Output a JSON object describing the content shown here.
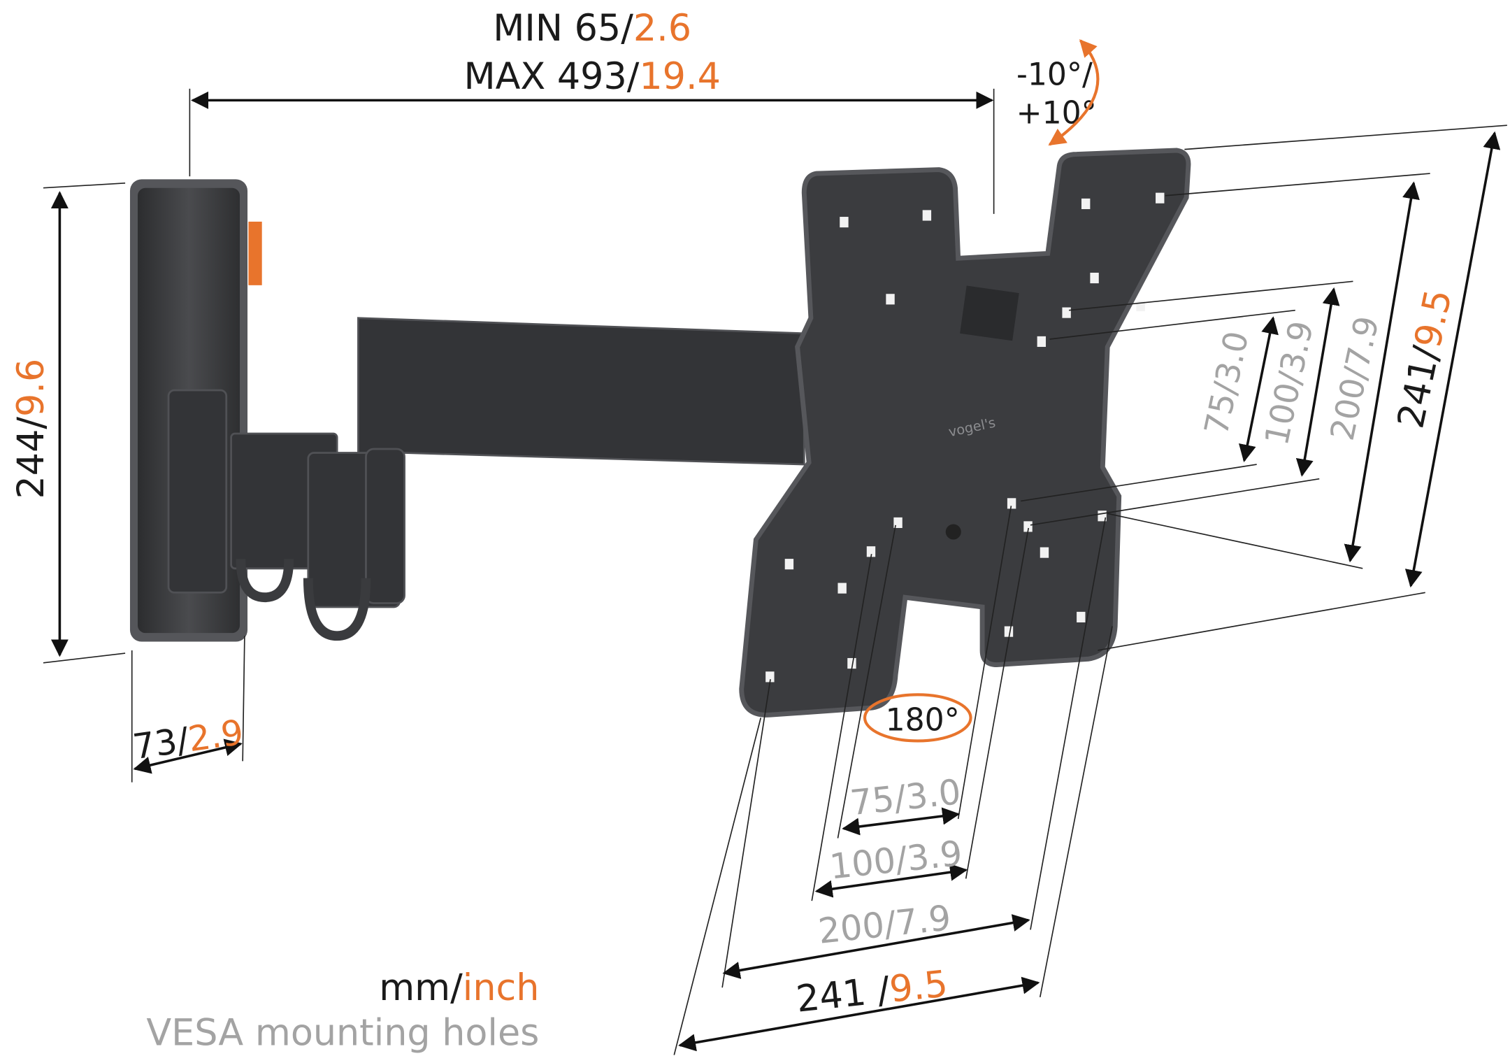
{
  "colors": {
    "accent": "#e8742c",
    "dark": "#1a1a1a",
    "muted": "#a3a3a3",
    "mount": "#3b3c3f"
  },
  "logo": "vogel's",
  "depth": {
    "min_label": "MIN 65/",
    "min_inch": "2.6",
    "max_label": "MAX 493/",
    "max_inch": "19.4"
  },
  "tilt": {
    "line1": "-10°/",
    "line2": "+10°"
  },
  "wall_plate_height": {
    "mm": "244/",
    "inch": "9.6"
  },
  "wall_plate_width": {
    "mm": "73/",
    "inch": "2.9"
  },
  "rotation": "180°",
  "vesa_vertical": {
    "v75": "75/3.0",
    "v100": "100/3.9",
    "v200": "200/7.9",
    "total_mm": "241/",
    "total_inch": "9.5"
  },
  "vesa_horizontal": {
    "h75": "75/3.0",
    "h100": "100/3.9",
    "h200_mm": "200/",
    "h200_inch": "7.9",
    "total_mm": "241 /",
    "total_inch": "9.5"
  },
  "legend": {
    "units_mm": "mm/",
    "units_inch": "inch",
    "vesa_note": "VESA mounting holes"
  }
}
